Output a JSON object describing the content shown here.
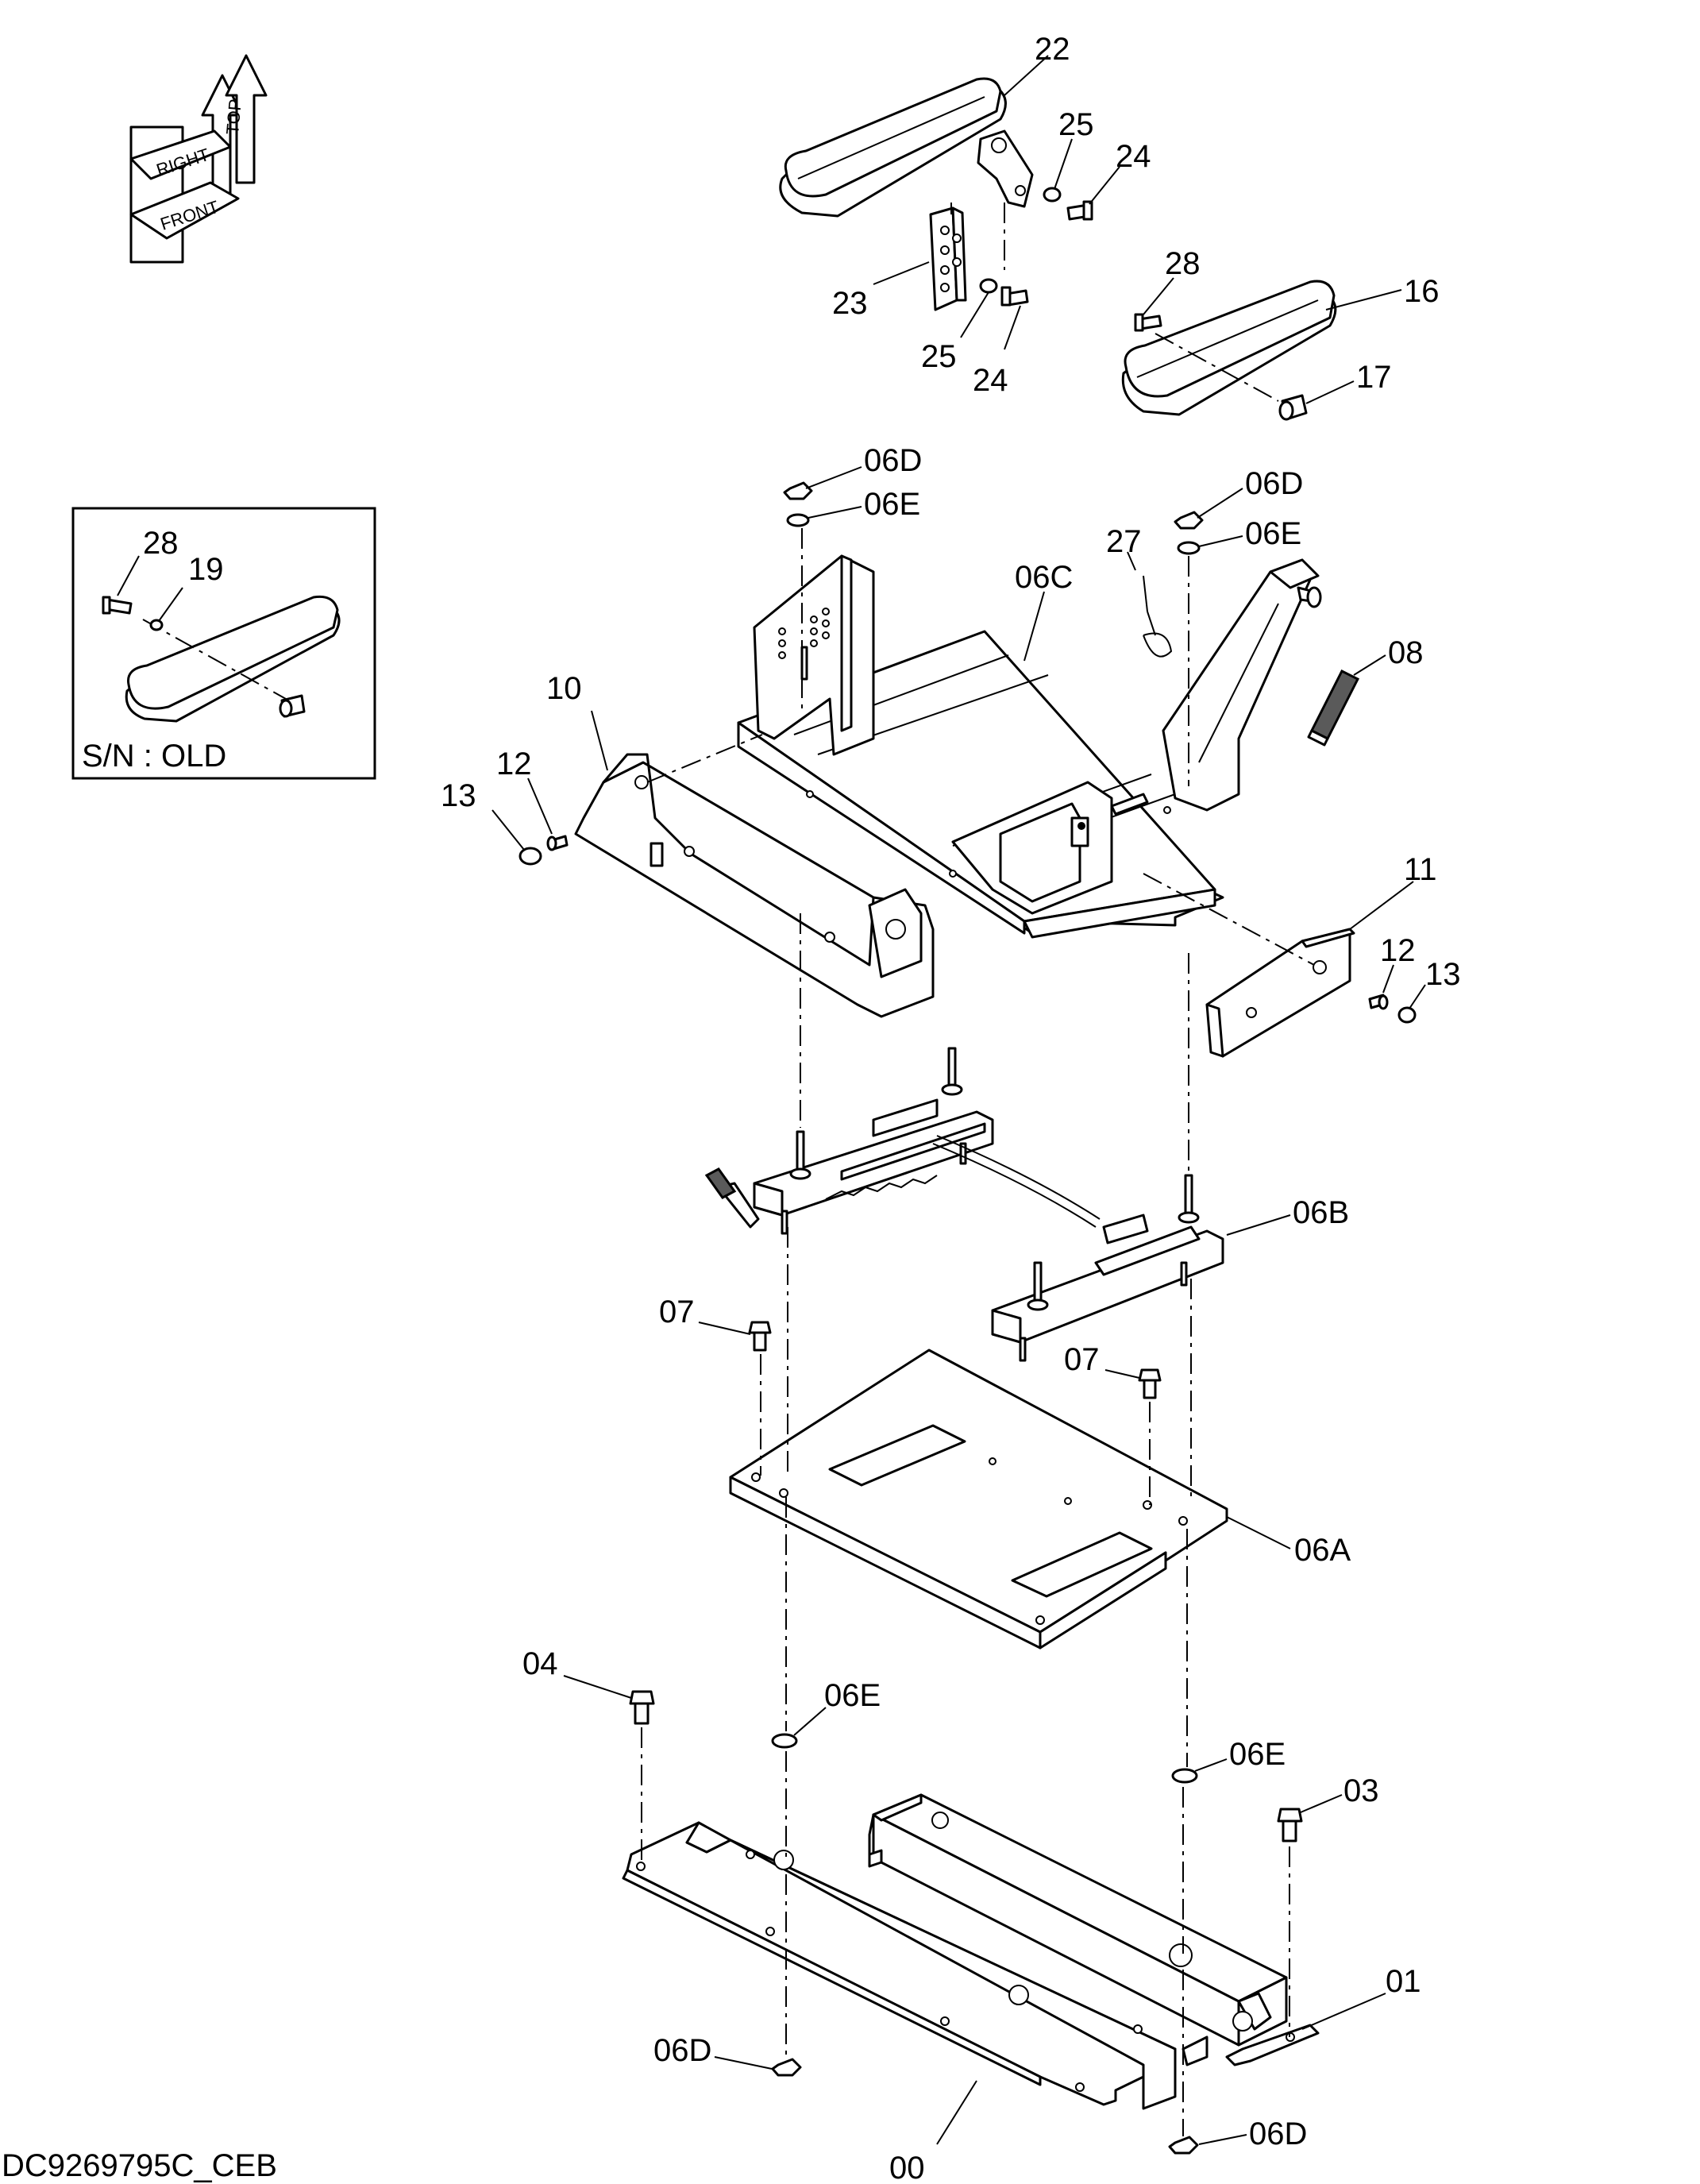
{
  "drawing_number": "DC9269795C_CEB",
  "orientation_arrows": {
    "top": "TOP",
    "right": "RIGHT",
    "front": "FRONT"
  },
  "inset": {
    "caption": "S/N : OLD",
    "labels": [
      "28",
      "19"
    ]
  },
  "callouts": [
    {
      "id": "c22",
      "text": "22"
    },
    {
      "id": "c25a",
      "text": "25"
    },
    {
      "id": "c24a",
      "text": "24"
    },
    {
      "id": "c23",
      "text": "23"
    },
    {
      "id": "c25b",
      "text": "25"
    },
    {
      "id": "c24b",
      "text": "24"
    },
    {
      "id": "c28",
      "text": "28"
    },
    {
      "id": "c16",
      "text": "16"
    },
    {
      "id": "c17",
      "text": "17"
    },
    {
      "id": "c06Da",
      "text": "06D"
    },
    {
      "id": "c06Ea",
      "text": "06E"
    },
    {
      "id": "c06Db",
      "text": "06D"
    },
    {
      "id": "c06Eb",
      "text": "06E"
    },
    {
      "id": "c27",
      "text": "27"
    },
    {
      "id": "c06C",
      "text": "06C"
    },
    {
      "id": "c08",
      "text": "08"
    },
    {
      "id": "c10",
      "text": "10"
    },
    {
      "id": "c12a",
      "text": "12"
    },
    {
      "id": "c13a",
      "text": "13"
    },
    {
      "id": "c11",
      "text": "11"
    },
    {
      "id": "c12b",
      "text": "12"
    },
    {
      "id": "c13b",
      "text": "13"
    },
    {
      "id": "c06B",
      "text": "06B"
    },
    {
      "id": "c07a",
      "text": "07"
    },
    {
      "id": "c07b",
      "text": "07"
    },
    {
      "id": "c06A",
      "text": "06A"
    },
    {
      "id": "c04",
      "text": "04"
    },
    {
      "id": "c06Ec",
      "text": "06E"
    },
    {
      "id": "c06Ed",
      "text": "06E"
    },
    {
      "id": "c03",
      "text": "03"
    },
    {
      "id": "c01",
      "text": "01"
    },
    {
      "id": "c06Dc",
      "text": "06D"
    },
    {
      "id": "c00",
      "text": "00"
    },
    {
      "id": "c06Dd",
      "text": "06D"
    }
  ]
}
